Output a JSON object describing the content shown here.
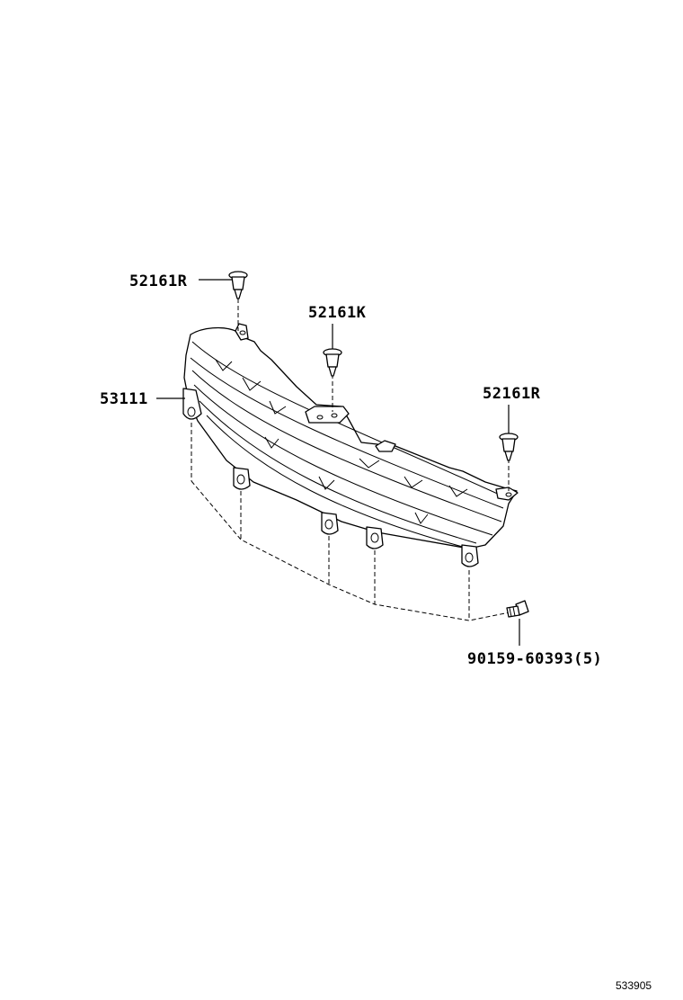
{
  "parts": [
    {
      "id": "clip-left",
      "number": "52161R"
    },
    {
      "id": "clip-center",
      "number": "52161K"
    },
    {
      "id": "clip-right",
      "number": "52161R"
    },
    {
      "id": "grille",
      "number": "53111"
    },
    {
      "id": "screw",
      "number": "90159-60393(5)"
    }
  ],
  "diagram_id": "533905"
}
